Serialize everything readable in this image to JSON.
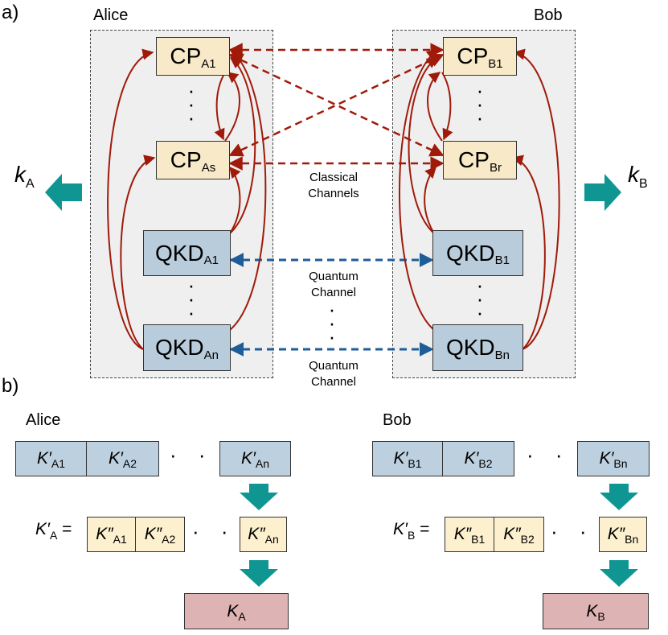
{
  "panel_a": {
    "label": "a)",
    "alice": {
      "title": "Alice",
      "cp_top": {
        "main": "CP",
        "sub": "A1"
      },
      "cp_bottom": {
        "main": "CP",
        "sub": "As"
      },
      "qkd_top": {
        "main": "QKD",
        "sub": "A1"
      },
      "qkd_bottom": {
        "main": "QKD",
        "sub": "An"
      },
      "key_output": {
        "main": "k",
        "sub": "A"
      }
    },
    "bob": {
      "title": "Bob",
      "cp_top": {
        "main": "CP",
        "sub": "B1"
      },
      "cp_bottom": {
        "main": "CP",
        "sub": "Br"
      },
      "qkd_top": {
        "main": "QKD",
        "sub": "B1"
      },
      "qkd_bottom": {
        "main": "QKD",
        "sub": "Bn"
      },
      "key_output": {
        "main": "k",
        "sub": "B"
      }
    },
    "classical_channels_label": [
      "Classical",
      "Channels"
    ],
    "quantum_channel_label": [
      "Quantum",
      "Channel"
    ],
    "vdots": "·\n·\n·",
    "colors": {
      "classical": "#a01a0a",
      "quantum": "#1f5d99",
      "output_arrow": "#0f9692"
    }
  },
  "panel_b": {
    "label": "b)",
    "alice": {
      "title": "Alice",
      "raw_keys": [
        {
          "main": "K′",
          "sub": "A1"
        },
        {
          "main": "K′",
          "sub": "A2"
        },
        {
          "main": "K′",
          "sub": "An"
        }
      ],
      "eq_lhs": {
        "main": "K′",
        "sub": "A",
        "sign": "="
      },
      "processed_keys": [
        {
          "main": "K″",
          "sub": "A1"
        },
        {
          "main": "K″",
          "sub": "A2"
        },
        {
          "main": "K″",
          "sub": "An"
        }
      ],
      "final_key": {
        "main": "K",
        "sub": "A"
      }
    },
    "bob": {
      "title": "Bob",
      "raw_keys": [
        {
          "main": "K′",
          "sub": "B1"
        },
        {
          "main": "K′",
          "sub": "B2"
        },
        {
          "main": "K′",
          "sub": "Bn"
        }
      ],
      "eq_lhs": {
        "main": "K′",
        "sub": "B",
        "sign": "="
      },
      "processed_keys": [
        {
          "main": "K″",
          "sub": "B1"
        },
        {
          "main": "K″",
          "sub": "B2"
        },
        {
          "main": "K″",
          "sub": "Bn"
        }
      ],
      "final_key": {
        "main": "K",
        "sub": "B"
      }
    },
    "hdots": "· · ·"
  }
}
